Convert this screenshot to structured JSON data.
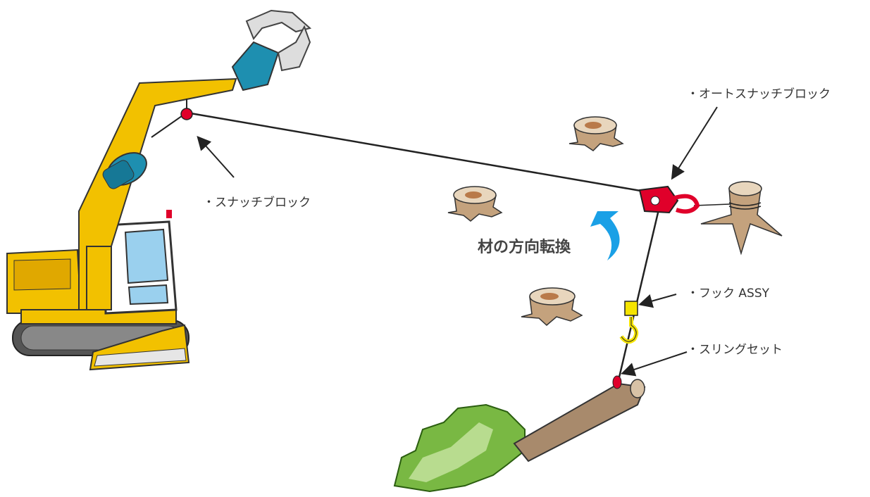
{
  "labels": {
    "snatch_block": "・スナッチブロック",
    "auto_snatch_block": "・オートスナッチブロック",
    "hook_assy": "・フック ASSY",
    "sling_set": "・スリングセット"
  },
  "caption": "材の方向転換",
  "colors": {
    "machine_yellow": "#f2c100",
    "grapple_blue": "#1e8fb0",
    "block_red": "#e0002a",
    "hook_yellow": "#f5e400",
    "arrow_blue": "#1aa0e6",
    "stump_brown": "#c4a27d",
    "tree_green": "#79b843",
    "log_brown": "#a88a6c"
  },
  "icons": [
    "excavator-grapple-icon",
    "snatch-block-icon",
    "auto-snatch-block-icon",
    "hook-icon",
    "sling-icon",
    "tree-icon",
    "stump-icon",
    "rotate-arrow-icon"
  ]
}
